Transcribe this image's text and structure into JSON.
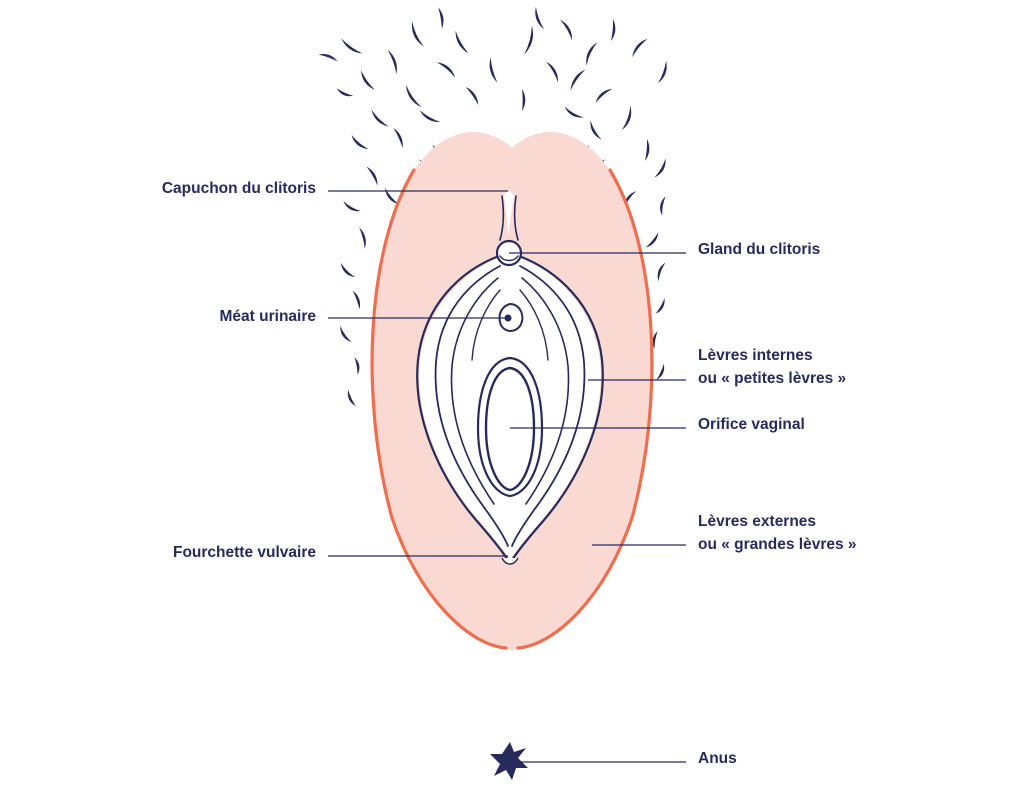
{
  "colors": {
    "ink": "#272b5b",
    "outer_fill": "#fad9d2",
    "outer_edge": "#ee6e4e",
    "background": "#ffffff"
  },
  "labels": {
    "capuchon": "Capuchon du clitoris",
    "gland": "Gland du clitoris",
    "meat": "Méat urinaire",
    "levres_internes_1": "Lèvres internes",
    "levres_internes_2": "ou « petites lèvres »",
    "orifice": "Orifice vaginal",
    "levres_externes_1": "Lèvres externes",
    "levres_externes_2": "ou « grandes lèvres »",
    "fourchette": "Fourchette vulvaire",
    "anus": "Anus"
  }
}
